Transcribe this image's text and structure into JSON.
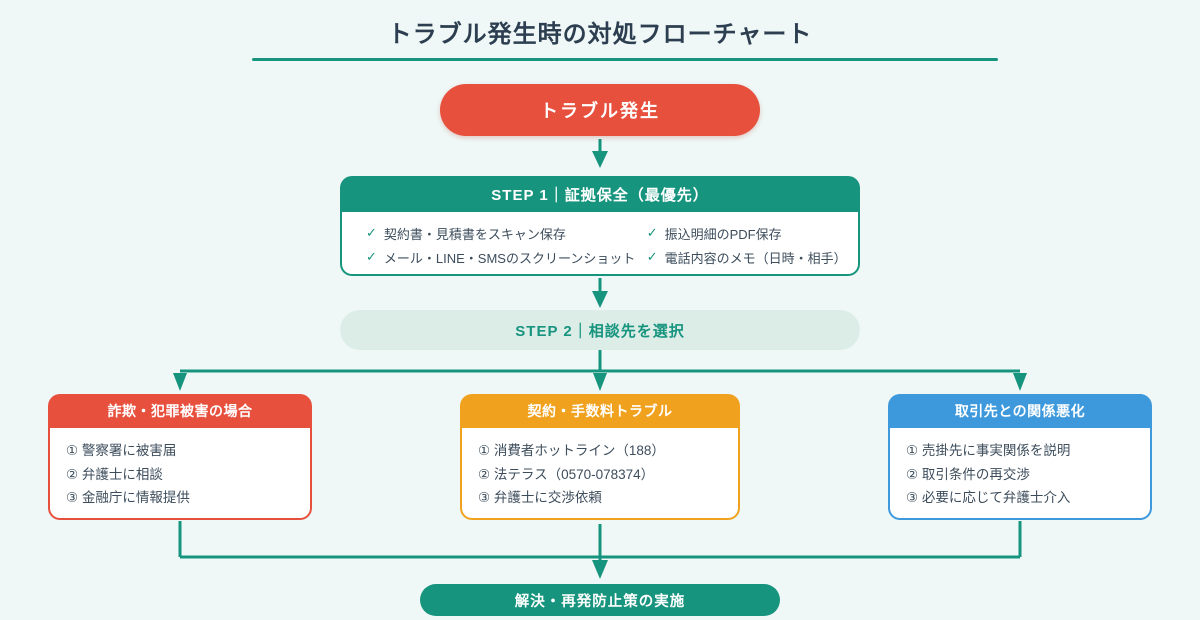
{
  "page": {
    "title": "トラブル発生時の対処フローチャート"
  },
  "colors": {
    "teal": "#17947E",
    "teal_light": "#DCEDE8",
    "red": "#E8503E",
    "orange": "#F0A21F",
    "blue": "#3D99DC",
    "background": "#EFF8F7",
    "title_text": "#2C3E50",
    "body_text": "#3D4D5C"
  },
  "flow": {
    "start_label": "トラブル発生",
    "step1": {
      "header": "STEP 1｜証拠保全（最優先）",
      "check_icon": "✓",
      "checks": [
        "契約書・見積書をスキャン保存",
        "メール・LINE・SMSのスクリーンショット",
        "振込明細のPDF保存",
        "電話内容のメモ（日時・相手）"
      ]
    },
    "step2": {
      "header": "STEP 2｜相談先を選択"
    },
    "branches": [
      {
        "title": "詐欺・犯罪被害の場合",
        "color": "#E8503E",
        "items": [
          "① 警察署に被害届",
          "② 弁護士に相談",
          "③ 金融庁に情報提供"
        ]
      },
      {
        "title": "契約・手数料トラブル",
        "color": "#F0A21F",
        "items": [
          "① 消費者ホットライン（188）",
          "② 法テラス（0570-078374）",
          "③ 弁護士に交渉依頼"
        ]
      },
      {
        "title": "取引先との関係悪化",
        "color": "#3D99DC",
        "items": [
          "① 売掛先に事実関係を説明",
          "② 取引条件の再交渉",
          "③ 必要に応じて弁護士介入"
        ]
      }
    ],
    "end_label": "解決・再発防止策の実施"
  }
}
